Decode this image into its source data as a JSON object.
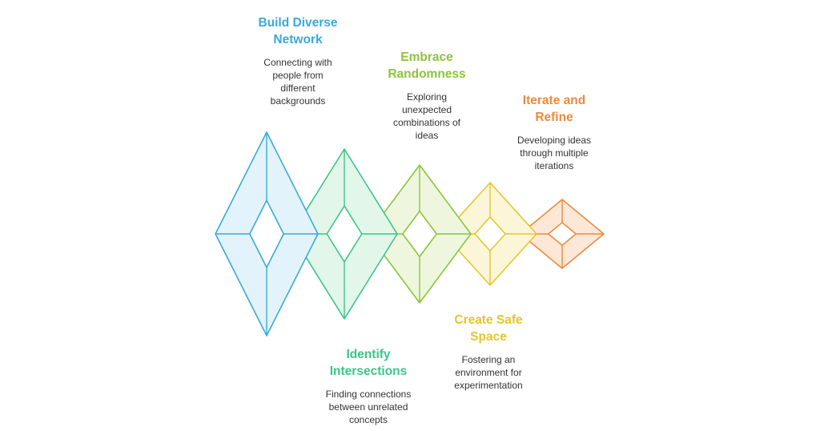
{
  "steps": [
    {
      "title": "Build Diverse\nNetwork",
      "description": "Connecting with\npeople from\ndifferent\nbackgrounds",
      "color": "#3aa9dc",
      "fill": "#e3f3fb"
    },
    {
      "title": "Identify\nIntersections",
      "description": "Finding connections\nbetween unrelated\nconcepts",
      "color": "#3cc48a",
      "fill": "#e2f7ea"
    },
    {
      "title": "Embrace\nRandomness",
      "description": "Exploring\nunexpected\ncombinations of\nideas",
      "color": "#8cc43a",
      "fill": "#eef7de"
    },
    {
      "title": "Create Safe\nSpace",
      "description": "Fostering an\nenvironment for\nexperimentation",
      "color": "#e6c52a",
      "fill": "#fcf6d9"
    },
    {
      "title": "Iterate and\nRefine",
      "description": "Developing ideas\nthrough multiple\niterations",
      "color": "#ec8a3c",
      "fill": "#fde8d8"
    }
  ]
}
